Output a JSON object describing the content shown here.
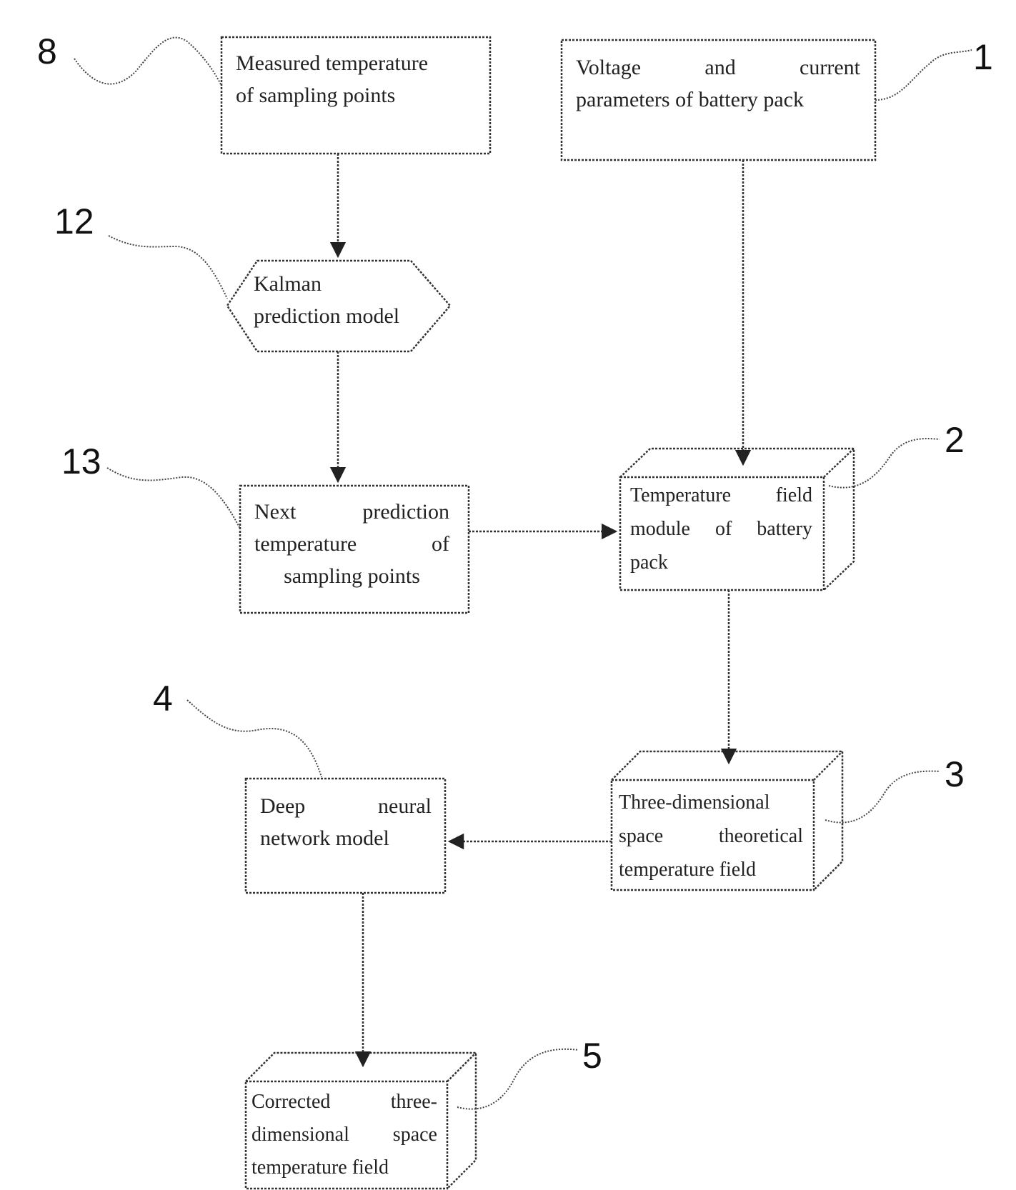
{
  "diagram": {
    "colors": {
      "stroke": "#333333",
      "text": "#222222",
      "background": "#ffffff"
    },
    "nodes": [
      {
        "id": "n8",
        "ref": "8",
        "shape": "box",
        "lines": [
          "Measured temperature",
          "of sampling points"
        ]
      },
      {
        "id": "n1",
        "ref": "1",
        "shape": "box",
        "lines": [
          "Voltage and current",
          "parameters of battery pack"
        ]
      },
      {
        "id": "n12",
        "ref": "12",
        "shape": "hexagon",
        "lines": [
          "Kalman",
          "prediction model"
        ]
      },
      {
        "id": "n13",
        "ref": "13",
        "shape": "box",
        "lines": [
          "Next prediction",
          "temperature of",
          "sampling points"
        ]
      },
      {
        "id": "n2",
        "ref": "2",
        "shape": "cube",
        "lines": [
          "Temperature field",
          "module of battery",
          "pack"
        ]
      },
      {
        "id": "n3",
        "ref": "3",
        "shape": "cube",
        "lines": [
          "Three-dimensional",
          "space theoretical",
          "temperature field"
        ]
      },
      {
        "id": "n4",
        "ref": "4",
        "shape": "box",
        "lines": [
          "Deep neural",
          "network model"
        ]
      },
      {
        "id": "n5",
        "ref": "5",
        "shape": "cube",
        "lines": [
          "Corrected three-",
          "dimensional space",
          "temperature field"
        ]
      }
    ],
    "edges": [
      {
        "from": "8",
        "to": "12"
      },
      {
        "from": "12",
        "to": "13"
      },
      {
        "from": "13",
        "to": "2"
      },
      {
        "from": "1",
        "to": "2"
      },
      {
        "from": "2",
        "to": "3"
      },
      {
        "from": "3",
        "to": "4"
      },
      {
        "from": "4",
        "to": "5"
      }
    ]
  }
}
